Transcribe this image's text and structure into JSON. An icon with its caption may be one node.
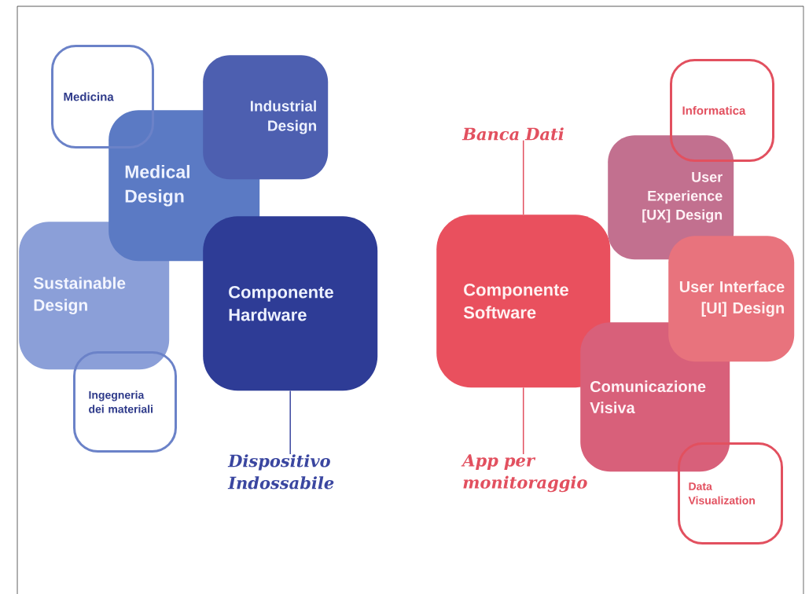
{
  "diagram": {
    "nodes": [
      {
        "text": [
          "Medicina"
        ]
      },
      {
        "text": [
          "Industrial Design"
        ]
      },
      {
        "text": [
          "Medical Design"
        ]
      },
      {
        "text": [
          "Sustainable Design"
        ]
      },
      {
        "text": [
          "Componente Hardware"
        ]
      },
      {
        "text": [
          "Ingegneria dei materiali"
        ]
      },
      {
        "text": [
          "Dispositivo Indossabile"
        ]
      },
      {
        "text": [
          "Banca Dati"
        ]
      },
      {
        "text": [
          "Componente Software"
        ]
      },
      {
        "text": [
          "App per monitoraggio"
        ]
      },
      {
        "text": [
          "Informatica"
        ]
      },
      {
        "text": [
          "User Experience [UX] Design"
        ]
      },
      {
        "text": [
          "User Interface [UI] Design"
        ]
      },
      {
        "text": [
          "Comunicazione Visiva"
        ]
      },
      {
        "text": [
          "Data Visualization"
        ]
      }
    ],
    "edges": [
      {
        "from": 4,
        "to": 6,
        "arrow": "none",
        "color": "#3a46a0"
      },
      {
        "from": 7,
        "to": 8,
        "arrow": "none"
      },
      {
        "from": 8,
        "to": 9,
        "arrow": "none"
      }
    ]
  }
}
